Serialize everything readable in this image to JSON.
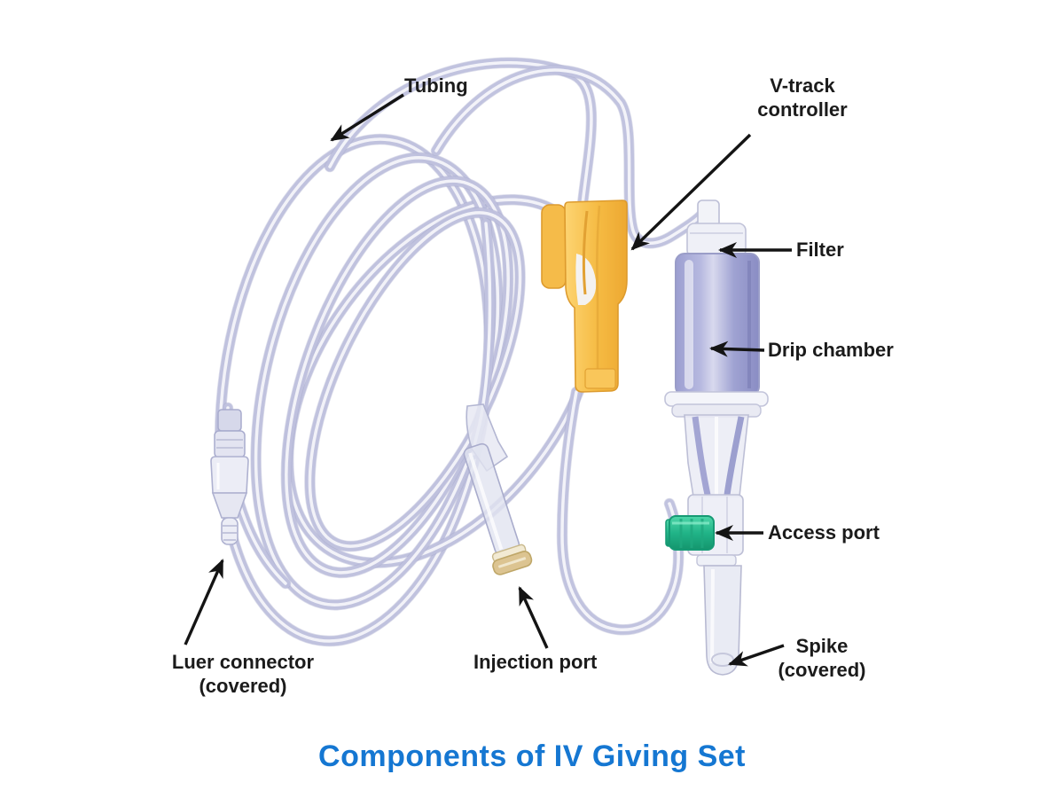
{
  "title": {
    "text": "Components of IV Giving Set"
  },
  "labels": {
    "tubing": {
      "text": "Tubing"
    },
    "v_track": {
      "line1": "V-track",
      "line2": "controller"
    },
    "filter": {
      "text": "Filter"
    },
    "drip_chamber": {
      "text": "Drip chamber"
    },
    "access_port": {
      "text": "Access port"
    },
    "spike": {
      "line1": "Spike",
      "line2": "(covered)"
    },
    "injection_port": {
      "text": "Injection port"
    },
    "luer_connector": {
      "line1": "Luer connector",
      "line2": "(covered)"
    }
  },
  "colors": {
    "background": "#ffffff",
    "title": "#1577d2",
    "label": "#1b1b1b",
    "arrow": "#141414",
    "tubing": "#bfc1de",
    "tubing_highlight": "#ffffff",
    "clamp_light": "#fdd472",
    "clamp": "#f5ba42",
    "clamp_dark": "#dd9b2e",
    "chamber_fluid": "#9b9ed0",
    "chamber_fluid_light": "#d8d9ee",
    "chamber_edge": "#9a9dc8",
    "access_port": "#21b488",
    "access_port_light": "#4fd6a9",
    "access_port_dark": "#169a74",
    "injection_cap": "#dcc491",
    "injection_cap_rim": "#f2ead3",
    "plastic": "#eff0f7",
    "plastic_edge": "#bdbfd6"
  }
}
